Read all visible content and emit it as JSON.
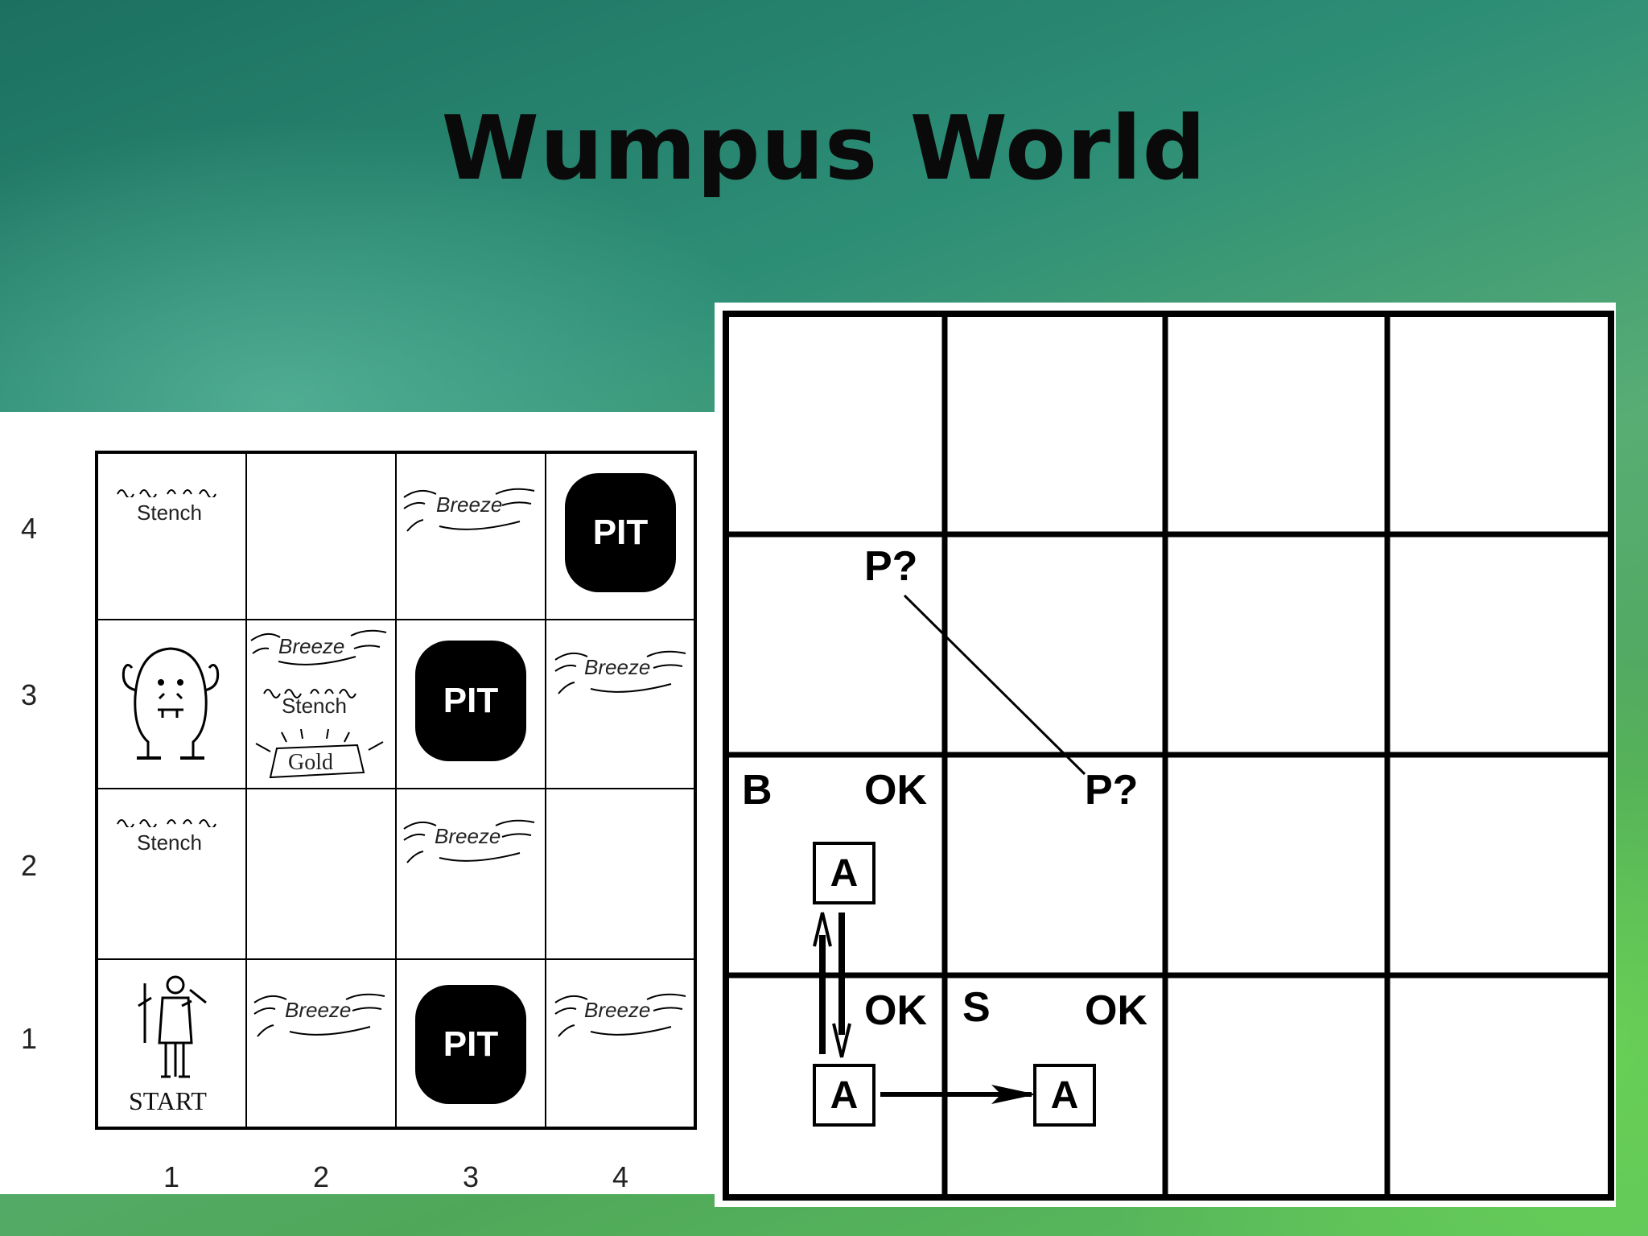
{
  "title": "Wumpus World",
  "left_grid": {
    "row_labels": [
      "4",
      "3",
      "2",
      "1"
    ],
    "col_labels": [
      "1",
      "2",
      "3",
      "4"
    ],
    "pit_label": "PIT",
    "breeze_label": "Breeze",
    "stench_label": "Stench",
    "gold_label": "Gold",
    "start_label": "START"
  },
  "right_grid": {
    "p_question": "P?",
    "b_label": "B",
    "ok_label": "OK",
    "s_label": "S",
    "agent_label": "A"
  }
}
